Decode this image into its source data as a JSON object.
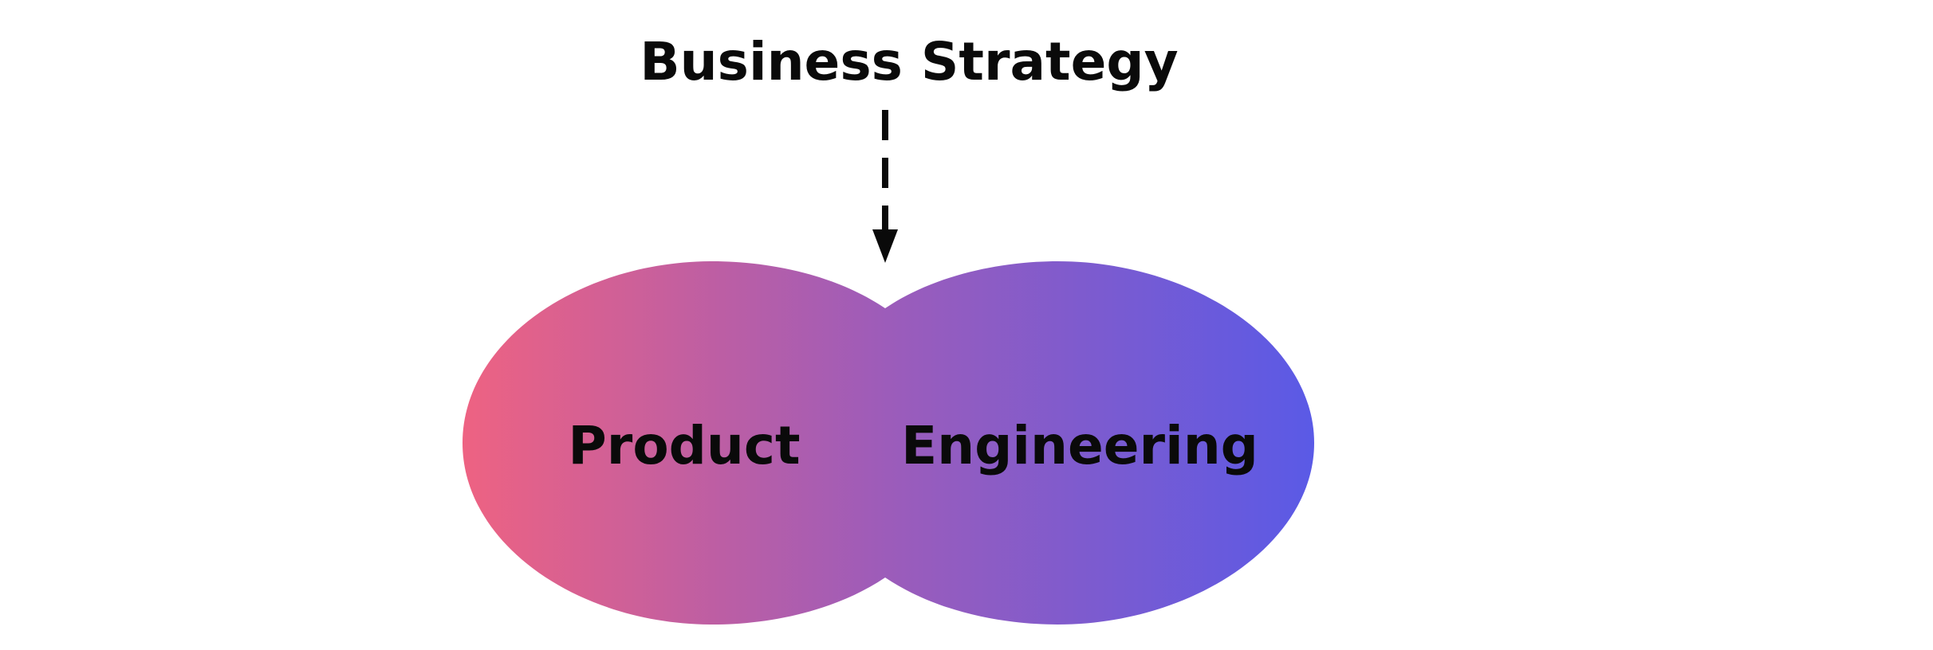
{
  "diagram": {
    "title": "Business Strategy",
    "left_circle_label": "Product",
    "right_circle_label": "Engineering"
  },
  "colors": {
    "gradient_start": "#ee6282",
    "gradient_mid": "#9c5cba",
    "gradient_end": "#5a5ae6",
    "text": "#0a0a0a",
    "arrow": "#0a0a0a",
    "background": "#ffffff"
  },
  "icons": {
    "arrow": "dashed-arrow-down-icon"
  }
}
